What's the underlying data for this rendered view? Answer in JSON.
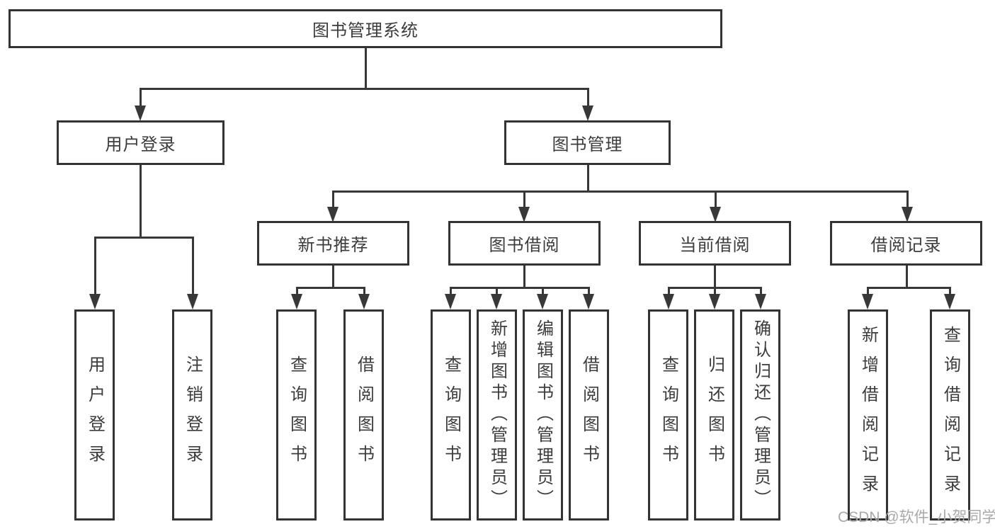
{
  "diagram": {
    "title": "图书管理系统",
    "root": {
      "label": "图书管理系统"
    },
    "level2": [
      {
        "label": "用户登录"
      },
      {
        "label": "图书管理"
      }
    ],
    "level3": [
      {
        "label": "新书推荐",
        "parent": "图书管理"
      },
      {
        "label": "图书借阅",
        "parent": "图书管理"
      },
      {
        "label": "当前借阅",
        "parent": "图书管理"
      },
      {
        "label": "借阅记录",
        "parent": "图书管理"
      }
    ],
    "leaves": [
      {
        "label": "用户登录",
        "parent": "用户登录"
      },
      {
        "label": "注销登录",
        "parent": "用户登录"
      },
      {
        "label": "查询图书",
        "parent": "新书推荐"
      },
      {
        "label": "借阅图书",
        "parent": "新书推荐"
      },
      {
        "label": "查询图书",
        "parent": "图书借阅"
      },
      {
        "label": "新增图书（管理员）",
        "parent": "图书借阅"
      },
      {
        "label": "编辑图书（管理员）",
        "parent": "图书借阅"
      },
      {
        "label": "借阅图书",
        "parent": "图书借阅"
      },
      {
        "label": "查询图书",
        "parent": "当前借阅"
      },
      {
        "label": "归还图书",
        "parent": "当前借阅"
      },
      {
        "label": "确认归还（管理员）",
        "parent": "当前借阅"
      },
      {
        "label": "新增借阅记录",
        "parent": "借阅记录"
      },
      {
        "label": "查询借阅记录",
        "parent": "借阅记录"
      }
    ],
    "watermark": "CSDN @软件_小贺同学",
    "colors": {
      "line": "#383838",
      "border": "#333333",
      "text": "#3c3c3c",
      "watermark": "#a9a9a9",
      "background": "#ffffff"
    }
  }
}
